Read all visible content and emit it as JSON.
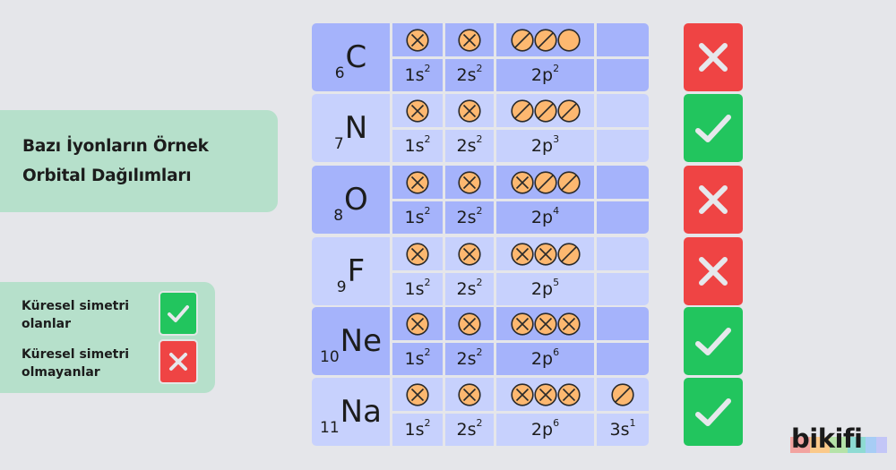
{
  "title": {
    "line1": "Bazı İyonların Örnek",
    "line2": "Orbital Dağılımları"
  },
  "legend": {
    "items": [
      {
        "line1": "Küresel simetri",
        "line2": "olanlar",
        "icon": "check-icon",
        "color": "#22c55e"
      },
      {
        "line1": "Küresel simetri",
        "line2": "olmayanlar",
        "icon": "cross-icon",
        "color": "#ef4444"
      }
    ]
  },
  "colors": {
    "background": "#e5e6ea",
    "panel": "#b6e0cb",
    "row_dark": "#a5b3fb",
    "row_light": "#c7d1fd",
    "orbital_fill": "#fdb870",
    "check": "#22c55e",
    "cross": "#ef4444"
  },
  "table": {
    "rows": [
      {
        "atomic_number": "6",
        "symbol": "C",
        "orbitals": {
          "1s": [
            "full"
          ],
          "2s": [
            "full"
          ],
          "2p": [
            "half",
            "half",
            "empty"
          ],
          "3s": []
        },
        "config": {
          "1s": {
            "base": "1s",
            "exp": "2"
          },
          "2s": {
            "base": "2s",
            "exp": "2"
          },
          "2p": {
            "base": "2p",
            "exp": "2"
          },
          "3s": {
            "base": "",
            "exp": ""
          }
        },
        "spherical_symmetry": false
      },
      {
        "atomic_number": "7",
        "symbol": "N",
        "orbitals": {
          "1s": [
            "full"
          ],
          "2s": [
            "full"
          ],
          "2p": [
            "half",
            "half",
            "half"
          ],
          "3s": []
        },
        "config": {
          "1s": {
            "base": "1s",
            "exp": "2"
          },
          "2s": {
            "base": "2s",
            "exp": "2"
          },
          "2p": {
            "base": "2p",
            "exp": "3"
          },
          "3s": {
            "base": "",
            "exp": ""
          }
        },
        "spherical_symmetry": true
      },
      {
        "atomic_number": "8",
        "symbol": "O",
        "orbitals": {
          "1s": [
            "full"
          ],
          "2s": [
            "full"
          ],
          "2p": [
            "full",
            "half",
            "half"
          ],
          "3s": []
        },
        "config": {
          "1s": {
            "base": "1s",
            "exp": "2"
          },
          "2s": {
            "base": "2s",
            "exp": "2"
          },
          "2p": {
            "base": "2p",
            "exp": "4"
          },
          "3s": {
            "base": "",
            "exp": ""
          }
        },
        "spherical_symmetry": false
      },
      {
        "atomic_number": "9",
        "symbol": "F",
        "orbitals": {
          "1s": [
            "full"
          ],
          "2s": [
            "full"
          ],
          "2p": [
            "full",
            "full",
            "half"
          ],
          "3s": []
        },
        "config": {
          "1s": {
            "base": "1s",
            "exp": "2"
          },
          "2s": {
            "base": "2s",
            "exp": "2"
          },
          "2p": {
            "base": "2p",
            "exp": "5"
          },
          "3s": {
            "base": "",
            "exp": ""
          }
        },
        "spherical_symmetry": false
      },
      {
        "atomic_number": "10",
        "symbol": "Ne",
        "orbitals": {
          "1s": [
            "full"
          ],
          "2s": [
            "full"
          ],
          "2p": [
            "full",
            "full",
            "full"
          ],
          "3s": []
        },
        "config": {
          "1s": {
            "base": "1s",
            "exp": "2"
          },
          "2s": {
            "base": "2s",
            "exp": "2"
          },
          "2p": {
            "base": "2p",
            "exp": "6"
          },
          "3s": {
            "base": "",
            "exp": ""
          }
        },
        "spherical_symmetry": true
      },
      {
        "atomic_number": "11",
        "symbol": "Na",
        "orbitals": {
          "1s": [
            "full"
          ],
          "2s": [
            "full"
          ],
          "2p": [
            "full",
            "full",
            "full"
          ],
          "3s": [
            "half"
          ]
        },
        "config": {
          "1s": {
            "base": "1s",
            "exp": "2"
          },
          "2s": {
            "base": "2s",
            "exp": "2"
          },
          "2p": {
            "base": "2p",
            "exp": "6"
          },
          "3s": {
            "base": "3s",
            "exp": "1"
          }
        },
        "spherical_symmetry": true
      }
    ]
  },
  "logo": {
    "text": "bikifi"
  }
}
